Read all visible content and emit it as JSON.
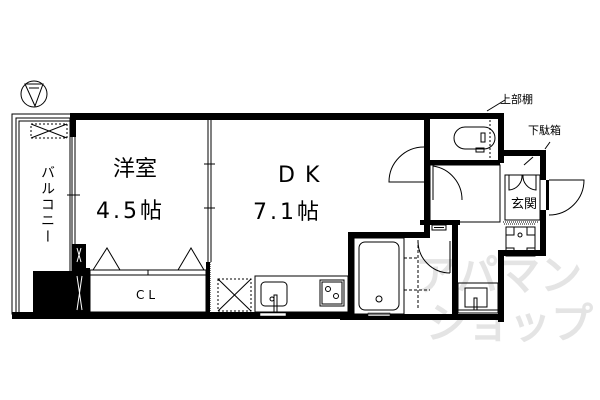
{
  "floor_plan": {
    "compass": {
      "icon": "north-arrow-icon",
      "direction": "down"
    },
    "rooms": [
      {
        "id": "western-room",
        "name": "洋室",
        "size": "4.5帖"
      },
      {
        "id": "dining-kitchen",
        "name": "DK",
        "size": "7.1帖"
      },
      {
        "id": "balcony",
        "name": "バルコニー"
      },
      {
        "id": "closet",
        "name": "CL"
      },
      {
        "id": "entrance",
        "name": "玄関"
      }
    ],
    "annotations": {
      "upper_shelf": "上部棚",
      "shoe_cabinet": "下駄箱"
    },
    "watermark": {
      "line1": "アパマン",
      "line2": "ショップ"
    },
    "colors": {
      "wall": "#000000",
      "background": "#ffffff",
      "watermark": "#e4e4e4"
    }
  }
}
